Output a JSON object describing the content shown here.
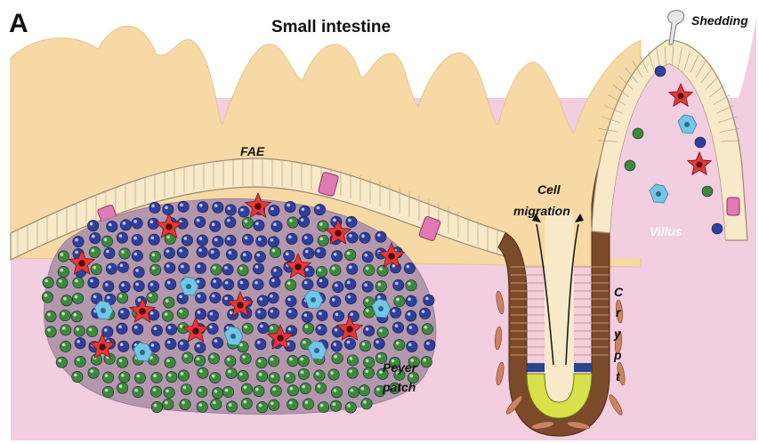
{
  "panel_label": "A",
  "title": "Small intestine",
  "labels": {
    "shedding": "Shedding",
    "fae": "FAE",
    "cell_migration_line1": "Cell",
    "cell_migration_line2": "migration",
    "villus": "Villus",
    "peyer_line1": "Peyer",
    "peyer_line2": "patch",
    "crypt_letters": [
      "C",
      "r",
      "y",
      "p",
      "t"
    ]
  },
  "colors": {
    "background_tissue": "#f3cde0",
    "villi_back": "#f7d9a6",
    "epithelium": "#f8e9c8",
    "peyer_patch": "#b497ad",
    "b_cell": "#2f3f9e",
    "t_cell": "#3d8a3a",
    "dendritic_cell": "#e03a3a",
    "macrophage": "#73c6e6",
    "m_cell": "#e07ab5",
    "paneth_cell": "#d8e04a",
    "crypt_wall": "#7a4a2a"
  }
}
